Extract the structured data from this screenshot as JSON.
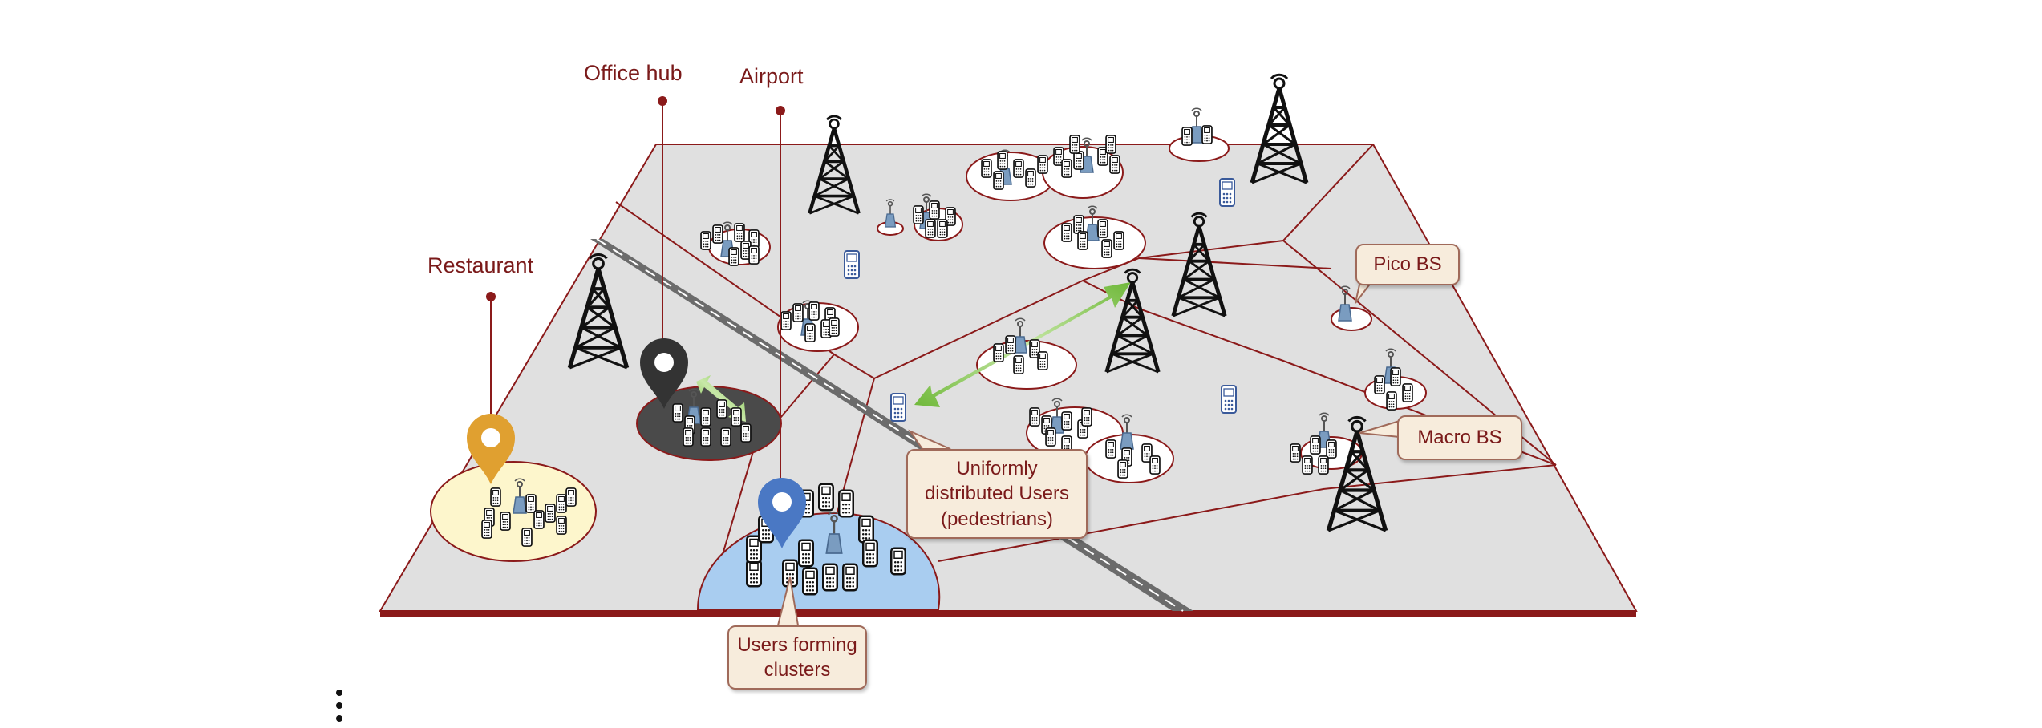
{
  "labels": {
    "office_hub": "Office hub",
    "airport": "Airport",
    "restaurant": "Restaurant",
    "pico_bs": "Pico BS",
    "macro_bs": "Macro BS",
    "uniform_users": [
      "Uniformly",
      "distributed Users",
      "(pedestrians)"
    ],
    "cluster_users": [
      "Users forming",
      "clusters"
    ]
  },
  "colors": {
    "ground": "#e0e0e0",
    "boundary": "#8b1a1a",
    "road": "#6b6b6b",
    "restaurant_zone": "#fdf6cc",
    "airport_zone": "#a9cdf0",
    "office_zone": "#4a4a4a",
    "pin_orange": "#e0a030",
    "pin_dark": "#333333",
    "pin_blue": "#4a78c4",
    "link_green": "#8cc850",
    "pico_blue": "#7a9cc0"
  },
  "icons": [
    "macro-tower-icon",
    "pico-antenna-icon",
    "phone-icon",
    "location-pin-icon",
    "double-arrow-icon"
  ]
}
